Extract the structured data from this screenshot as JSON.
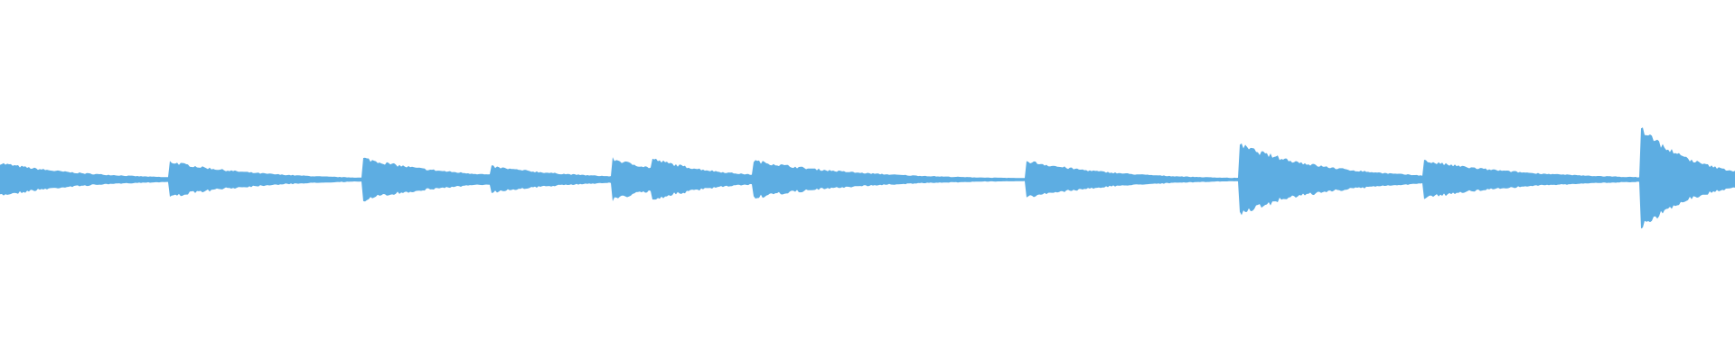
{
  "waveform": {
    "color": "#5dade2",
    "background": "#ffffff",
    "onsets": [
      {
        "time": 0.0,
        "peak": 0.2,
        "decay": 0.05
      },
      {
        "time": 0.097,
        "peak": 0.22,
        "decay": 0.05
      },
      {
        "time": 0.209,
        "peak": 0.26,
        "decay": 0.05
      },
      {
        "time": 0.283,
        "peak": 0.16,
        "decay": 0.05
      },
      {
        "time": 0.353,
        "peak": 0.25,
        "decay": 0.04
      },
      {
        "time": 0.376,
        "peak": 0.25,
        "decay": 0.04
      },
      {
        "time": 0.434,
        "peak": 0.23,
        "decay": 0.06
      },
      {
        "time": 0.591,
        "peak": 0.23,
        "decay": 0.05
      },
      {
        "time": 0.714,
        "peak": 0.42,
        "decay": 0.05
      },
      {
        "time": 0.82,
        "peak": 0.23,
        "decay": 0.06
      },
      {
        "time": 0.945,
        "peak": 0.64,
        "decay": 0.03
      }
    ]
  }
}
